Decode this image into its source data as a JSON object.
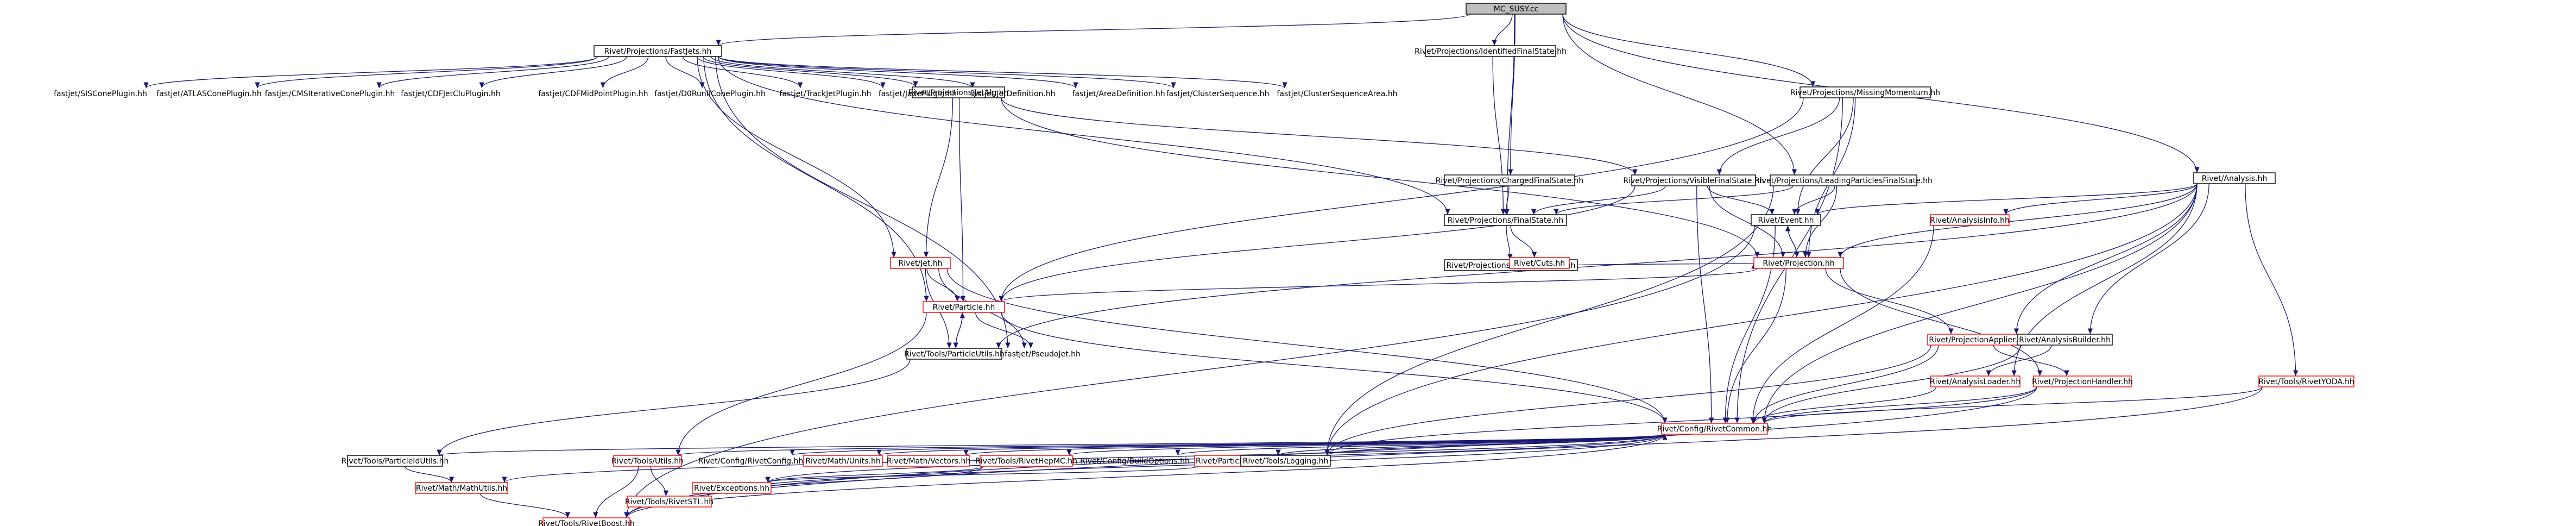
{
  "graph": {
    "root": "MC_SUSY.cc",
    "nodes": [
      {
        "id": "mc",
        "label": "MC_SUSY.cc",
        "style": "gray"
      },
      {
        "id": "fastjets",
        "label": "Rivet/Projections/FastJets.hh",
        "style": "black"
      },
      {
        "id": "idfs",
        "label": "Rivet/Projections/IdentifiedFinalState.hh",
        "style": "black"
      },
      {
        "id": "jetalg",
        "label": "Rivet/Projections/JetAlg.hh",
        "style": "black"
      },
      {
        "id": "missmom",
        "label": "Rivet/Projections/MissingMomentum.hh",
        "style": "black"
      },
      {
        "id": "chfs",
        "label": "Rivet/Projections/ChargedFinalState.hh",
        "style": "black"
      },
      {
        "id": "visfs",
        "label": "Rivet/Projections/VisibleFinalState.hh",
        "style": "black"
      },
      {
        "id": "leadfs",
        "label": "Rivet/Projections/LeadingParticlesFinalState.hh",
        "style": "black"
      },
      {
        "id": "analysis",
        "label": "Rivet/Analysis.hh",
        "style": "black"
      },
      {
        "id": "finalstate",
        "label": "Rivet/Projections/FinalState.hh",
        "style": "black"
      },
      {
        "id": "partfinder",
        "label": "Rivet/Projections/ParticleFinder.hh",
        "style": "black"
      },
      {
        "id": "cuts",
        "label": "Rivet/Cuts.hh",
        "style": "red"
      },
      {
        "id": "event",
        "label": "Rivet/Event.hh",
        "style": "black"
      },
      {
        "id": "anainfo",
        "label": "Rivet/AnalysisInfo.hh",
        "style": "red"
      },
      {
        "id": "projection",
        "label": "Rivet/Projection.hh",
        "style": "red"
      },
      {
        "id": "jet",
        "label": "Rivet/Jet.hh",
        "style": "red"
      },
      {
        "id": "particle",
        "label": "Rivet/Particle.hh",
        "style": "red"
      },
      {
        "id": "projapplier",
        "label": "Rivet/ProjectionApplier.hh",
        "style": "red"
      },
      {
        "id": "anabuilder",
        "label": "Rivet/AnalysisBuilder.hh",
        "style": "black"
      },
      {
        "id": "pseudojet",
        "label": "fastjet/PseudoJet.hh",
        "style": "plain"
      },
      {
        "id": "partutils",
        "label": "Rivet/Tools/ParticleUtils.hh",
        "style": "black"
      },
      {
        "id": "analoader",
        "label": "Rivet/AnalysisLoader.hh",
        "style": "red"
      },
      {
        "id": "projhandler",
        "label": "Rivet/ProjectionHandler.hh",
        "style": "red"
      },
      {
        "id": "rivetyoda",
        "label": "Rivet/Tools/RivetYODA.hh",
        "style": "red"
      },
      {
        "id": "common",
        "label": "Rivet/Config/RivetCommon.hh",
        "style": "red"
      },
      {
        "id": "partidutils",
        "label": "Rivet/Tools/ParticleIdUtils.hh",
        "style": "black"
      },
      {
        "id": "utils",
        "label": "Rivet/Tools/Utils.hh",
        "style": "red"
      },
      {
        "id": "rivetconfig",
        "label": "Rivet/Config/RivetConfig.hh",
        "style": "plain"
      },
      {
        "id": "units",
        "label": "Rivet/Math/Units.hh",
        "style": "red"
      },
      {
        "id": "vectors",
        "label": "Rivet/Math/Vectors.hh",
        "style": "red"
      },
      {
        "id": "hepmc",
        "label": "Rivet/Tools/RivetHepMC.hh",
        "style": "red"
      },
      {
        "id": "buildopts",
        "label": "Rivet/Config/BuildOptions.hh",
        "style": "plain"
      },
      {
        "id": "partname",
        "label": "Rivet/ParticleName.hh",
        "style": "red"
      },
      {
        "id": "logging",
        "label": "Rivet/Tools/Logging.hh",
        "style": "black"
      },
      {
        "id": "mathutils",
        "label": "Rivet/Math/MathUtils.hh",
        "style": "red"
      },
      {
        "id": "stl",
        "label": "Rivet/Tools/RivetSTL.hh",
        "style": "red"
      },
      {
        "id": "exceptions",
        "label": "Rivet/Exceptions.hh",
        "style": "red"
      },
      {
        "id": "boost",
        "label": "Rivet/Tools/RivetBoost.hh",
        "style": "red"
      },
      {
        "id": "siscone",
        "label": "fastjet/SISConePlugin.hh",
        "style": "plain"
      },
      {
        "id": "atlascone",
        "label": "fastjet/ATLASConePlugin.hh",
        "style": "plain"
      },
      {
        "id": "cmsit",
        "label": "fastjet/CMSIterativeConePlugin.hh",
        "style": "plain"
      },
      {
        "id": "cdfjetclu",
        "label": "fastjet/CDFJetCluPlugin.hh",
        "style": "plain"
      },
      {
        "id": "cdfmidpoint",
        "label": "fastjet/CDFMidPointPlugin.hh",
        "style": "plain"
      },
      {
        "id": "d0run",
        "label": "fastjet/D0RunIIConePlugin.hh",
        "style": "plain"
      },
      {
        "id": "trackjet",
        "label": "fastjet/TrackJetPlugin.hh",
        "style": "plain"
      },
      {
        "id": "jade",
        "label": "fastjet/JadePlugin.hh",
        "style": "plain"
      },
      {
        "id": "jetdef",
        "label": "fastjet/JetDefinition.hh",
        "style": "plain"
      },
      {
        "id": "areadef",
        "label": "fastjet/AreaDefinition.hh",
        "style": "plain"
      },
      {
        "id": "clusterseq",
        "label": "fastjet/ClusterSequence.hh",
        "style": "plain"
      },
      {
        "id": "clusterseqarea",
        "label": "fastjet/ClusterSequenceArea.hh",
        "style": "plain"
      }
    ],
    "edges": [
      [
        "mc",
        "fastjets"
      ],
      [
        "mc",
        "idfs"
      ],
      [
        "mc",
        "missmom"
      ],
      [
        "mc",
        "chfs"
      ],
      [
        "mc",
        "leadfs"
      ],
      [
        "mc",
        "analysis"
      ],
      [
        "mc",
        "finalstate"
      ],
      [
        "fastjets",
        "siscone"
      ],
      [
        "fastjets",
        "atlascone"
      ],
      [
        "fastjets",
        "cmsit"
      ],
      [
        "fastjets",
        "cdfjetclu"
      ],
      [
        "fastjets",
        "cdfmidpoint"
      ],
      [
        "fastjets",
        "d0run"
      ],
      [
        "fastjets",
        "trackjet"
      ],
      [
        "fastjets",
        "jade"
      ],
      [
        "fastjets",
        "jetdef"
      ],
      [
        "fastjets",
        "areadef"
      ],
      [
        "fastjets",
        "clusterseq"
      ],
      [
        "fastjets",
        "clusterseqarea"
      ],
      [
        "fastjets",
        "jetalg"
      ],
      [
        "fastjets",
        "finalstate"
      ],
      [
        "fastjets",
        "jet"
      ],
      [
        "fastjets",
        "particle"
      ],
      [
        "fastjets",
        "pseudojet"
      ],
      [
        "idfs",
        "finalstate"
      ],
      [
        "jetalg",
        "visfs"
      ],
      [
        "jetalg",
        "projection"
      ],
      [
        "jetalg",
        "jet"
      ],
      [
        "jetalg",
        "particle"
      ],
      [
        "missmom",
        "visfs"
      ],
      [
        "missmom",
        "event"
      ],
      [
        "missmom",
        "projection"
      ],
      [
        "missmom",
        "particle"
      ],
      [
        "missmom",
        "common"
      ],
      [
        "chfs",
        "finalstate"
      ],
      [
        "visfs",
        "finalstate"
      ],
      [
        "visfs",
        "event"
      ],
      [
        "visfs",
        "projection"
      ],
      [
        "visfs",
        "particle"
      ],
      [
        "visfs",
        "common"
      ],
      [
        "leadfs",
        "finalstate"
      ],
      [
        "leadfs",
        "event"
      ],
      [
        "leadfs",
        "projection"
      ],
      [
        "leadfs",
        "logging"
      ],
      [
        "analysis",
        "event"
      ],
      [
        "analysis",
        "anainfo"
      ],
      [
        "analysis",
        "projection"
      ],
      [
        "analysis",
        "projapplier"
      ],
      [
        "analysis",
        "anabuilder"
      ],
      [
        "analysis",
        "analoader"
      ],
      [
        "analysis",
        "rivetyoda"
      ],
      [
        "analysis",
        "common"
      ],
      [
        "analysis",
        "partutils"
      ],
      [
        "analysis",
        "logging"
      ],
      [
        "finalstate",
        "partfinder"
      ],
      [
        "finalstate",
        "cuts"
      ],
      [
        "partfinder",
        "projection"
      ],
      [
        "event",
        "projection"
      ],
      [
        "event",
        "common"
      ],
      [
        "event",
        "boost"
      ],
      [
        "anainfo",
        "common"
      ],
      [
        "projection",
        "event"
      ],
      [
        "projection",
        "particle"
      ],
      [
        "projection",
        "projapplier"
      ],
      [
        "projection",
        "projhandler"
      ],
      [
        "projection",
        "common"
      ],
      [
        "jet",
        "particle"
      ],
      [
        "jet",
        "partutils"
      ],
      [
        "jet",
        "pseudojet"
      ],
      [
        "jet",
        "common"
      ],
      [
        "particle",
        "partutils"
      ],
      [
        "particle",
        "pseudojet"
      ],
      [
        "particle",
        "common"
      ],
      [
        "particle",
        "utils"
      ],
      [
        "projapplier",
        "projhandler"
      ],
      [
        "projapplier",
        "common"
      ],
      [
        "projapplier",
        "logging"
      ],
      [
        "anabuilder",
        "analoader"
      ],
      [
        "anabuilder",
        "common"
      ],
      [
        "partutils",
        "particle"
      ],
      [
        "partutils",
        "partidutils"
      ],
      [
        "analoader",
        "common"
      ],
      [
        "projhandler",
        "common"
      ],
      [
        "projhandler",
        "logging"
      ],
      [
        "projhandler",
        "boost"
      ],
      [
        "rivetyoda",
        "common"
      ],
      [
        "rivetyoda",
        "boost"
      ],
      [
        "common",
        "rivetconfig"
      ],
      [
        "common",
        "units"
      ],
      [
        "common",
        "vectors"
      ],
      [
        "common",
        "hepmc"
      ],
      [
        "common",
        "buildopts"
      ],
      [
        "common",
        "partname"
      ],
      [
        "common",
        "logging"
      ],
      [
        "common",
        "utils"
      ],
      [
        "common",
        "stl"
      ],
      [
        "common",
        "exceptions"
      ],
      [
        "common",
        "mathutils"
      ],
      [
        "common",
        "boost"
      ],
      [
        "common",
        "partidutils"
      ],
      [
        "partidutils",
        "mathutils"
      ],
      [
        "utils",
        "stl"
      ],
      [
        "utils",
        "boost"
      ],
      [
        "hepmc",
        "stl"
      ],
      [
        "hepmc",
        "exceptions"
      ],
      [
        "partname",
        "exceptions"
      ],
      [
        "mathutils",
        "boost"
      ],
      [
        "logging",
        "common"
      ]
    ]
  }
}
